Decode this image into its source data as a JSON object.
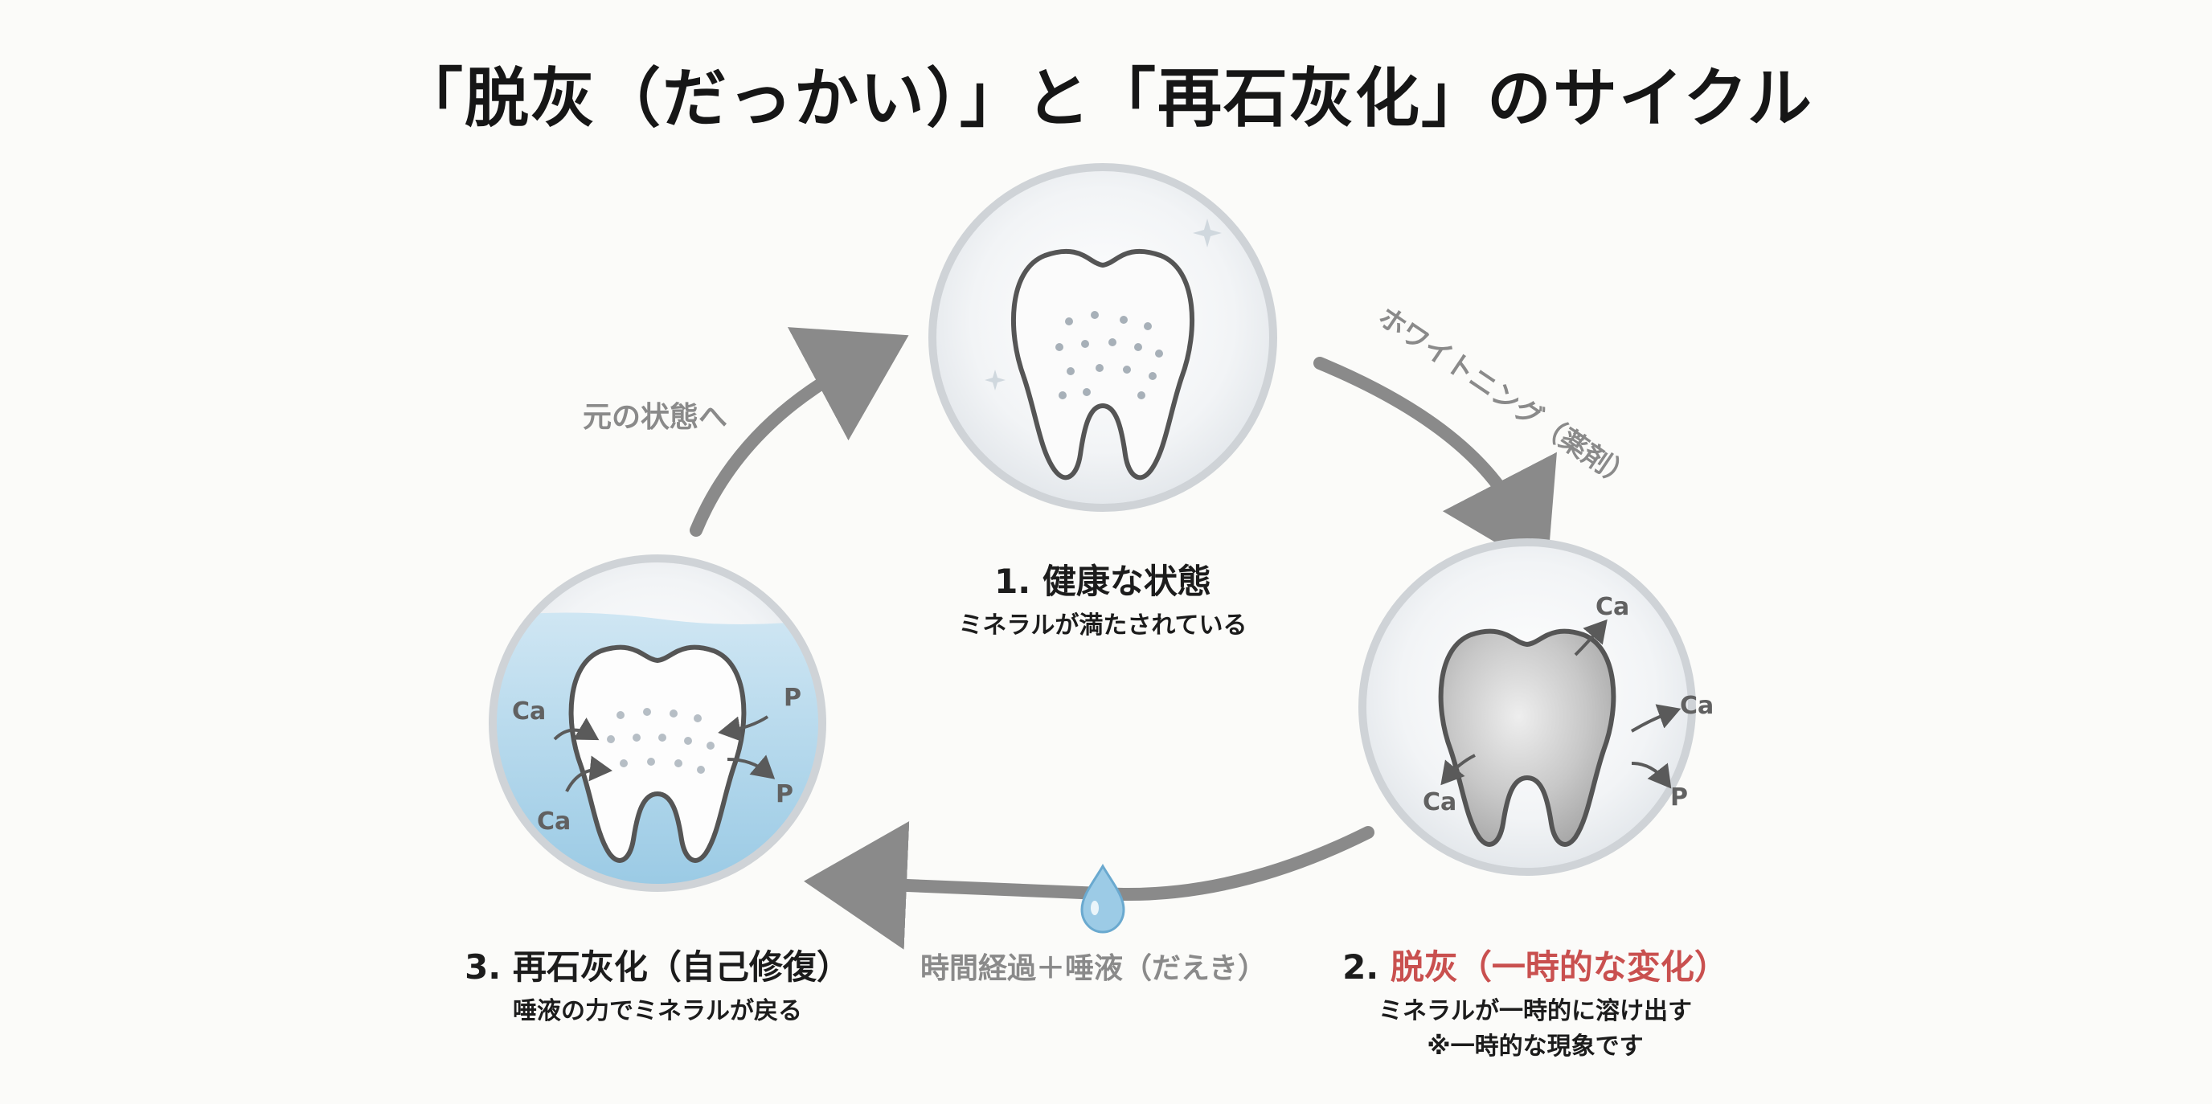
{
  "title": "「脱灰（だっかい）」と「再石灰化」のサイクル",
  "stages": [
    {
      "number": "1.",
      "title": "健康な状態",
      "title_accent": "",
      "desc": [
        "ミネラルが満たされている"
      ]
    },
    {
      "number": "2.",
      "title": "",
      "title_accent": "脱灰（一時的な変化）",
      "desc": [
        "ミネラルが一時的に溶け出す",
        "※一時的な現象です"
      ]
    },
    {
      "number": "3.",
      "title": "再石灰化（自己修復）",
      "title_accent": "",
      "desc": [
        "唾液の力でミネラルが戻る"
      ]
    }
  ],
  "flows": {
    "whitening": "ホワイトニング（薬剤）",
    "time_saliva": "時間経過＋唾液（だえき）",
    "restore": "元の状態へ"
  },
  "ions": {
    "calcium": "Ca",
    "phosphorus": "P"
  },
  "colors": {
    "accent_red": "#c9504f",
    "arrow_gray": "#8a8a8a",
    "saliva_blue": "#a9d3ea",
    "water_drop": "#9ccbe6"
  }
}
